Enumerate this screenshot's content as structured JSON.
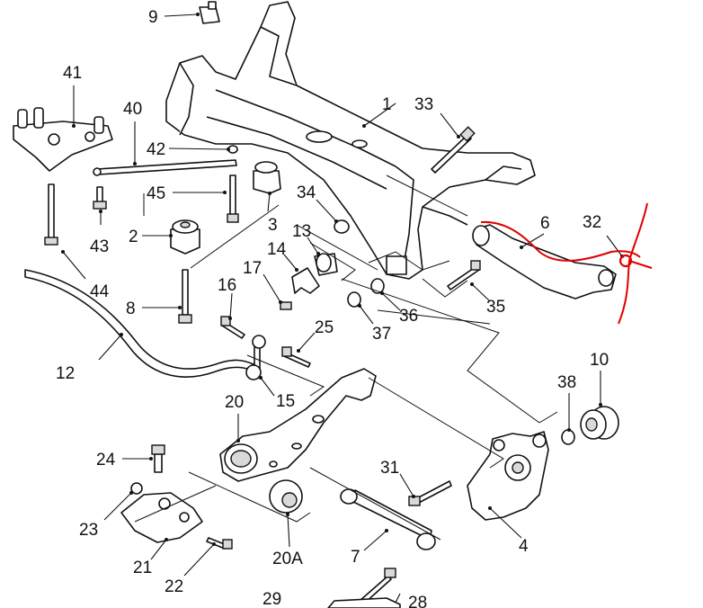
{
  "labels": {
    "p1": "1",
    "p2": "2",
    "p3": "3",
    "p4": "4",
    "p6": "6",
    "p7": "7",
    "p8": "8",
    "p9": "9",
    "p10": "10",
    "p12": "12",
    "p13": "13",
    "p14": "14",
    "p15": "15",
    "p16": "16",
    "p17": "17",
    "p20": "20",
    "p20a": "20A",
    "p21": "21",
    "p22": "22",
    "p23": "23",
    "p24": "24",
    "p25": "25",
    "p28": "28",
    "p29": "29",
    "p31": "31",
    "p32": "32",
    "p33": "33",
    "p34": "34",
    "p35": "35",
    "p36": "36",
    "p37": "37",
    "p38": "38",
    "p40": "40",
    "p41": "41",
    "p42": "42",
    "p43": "43",
    "p44": "44",
    "p45": "45"
  },
  "colors": {
    "ink": "#111111",
    "annotation": "#e00000"
  }
}
